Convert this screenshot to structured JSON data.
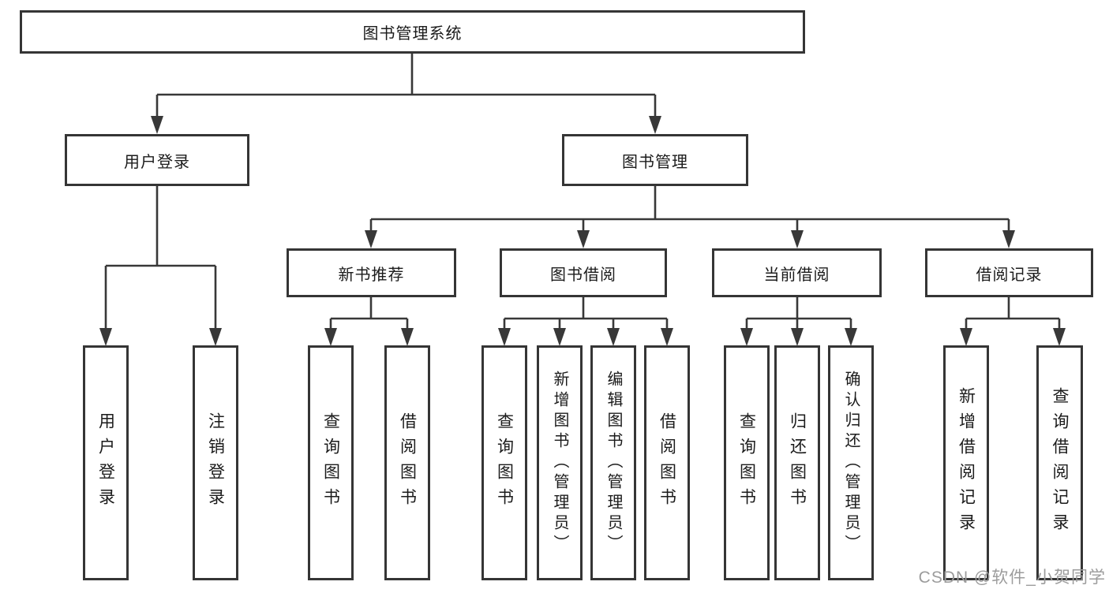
{
  "diagram": {
    "root": {
      "label": "图书管理系统"
    },
    "branches": [
      {
        "label": "用户登录",
        "children": [
          {
            "label": "用户登录"
          },
          {
            "label": "注销登录"
          }
        ]
      },
      {
        "label": "图书管理",
        "children": [
          {
            "label": "新书推荐",
            "children": [
              {
                "label": "查询图书"
              },
              {
                "label": "借阅图书"
              }
            ]
          },
          {
            "label": "图书借阅",
            "children": [
              {
                "label": "查询图书"
              },
              {
                "label": "新增图书（管理员）"
              },
              {
                "label": "编辑图书（管理员）"
              },
              {
                "label": "借阅图书"
              }
            ]
          },
          {
            "label": "当前借阅",
            "children": [
              {
                "label": "查询图书"
              },
              {
                "label": "归还图书"
              },
              {
                "label": "确认归还（管理员）"
              }
            ]
          },
          {
            "label": "借阅记录",
            "children": [
              {
                "label": "新增借阅记录"
              },
              {
                "label": "查询借阅记录"
              }
            ]
          }
        ]
      }
    ],
    "colors": {
      "line": "#353535",
      "text": "#1b1b1b",
      "background": "#ffffff",
      "watermark": "#9c9c9c"
    }
  },
  "watermark": {
    "text": "CSDN @软件_小贺同学"
  }
}
